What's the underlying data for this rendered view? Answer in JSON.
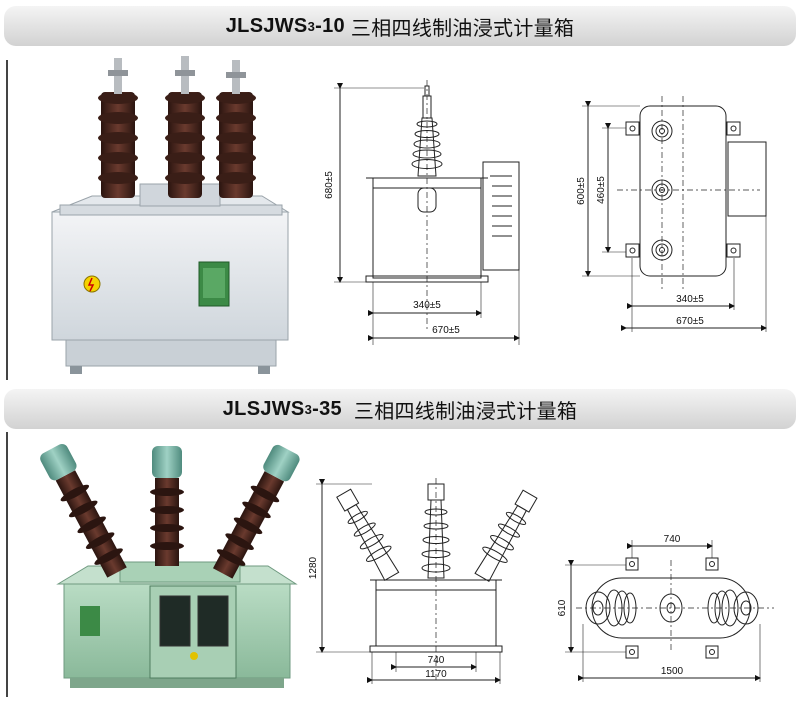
{
  "section_top": {
    "model": "JLSJWS",
    "model_sub": "3",
    "model_suffix": "-10",
    "description": "三相四线制油浸式计量箱",
    "front_view": {
      "height": "680±5",
      "inner_width": "340±5",
      "outer_width": "670±5"
    },
    "top_view": {
      "height_outer": "600±5",
      "height_inner": "460±5",
      "inner_width": "340±5",
      "outer_width": "670±5"
    }
  },
  "section_bottom": {
    "model": "JLSJWS",
    "model_sub": "3",
    "model_suffix": "-35",
    "description": "三相四线制油浸式计量箱",
    "front_view": {
      "height": "1280",
      "inner_width": "740",
      "outer_width": "1170"
    },
    "top_view": {
      "top_width": "740",
      "height": "610",
      "outer_width": "1500"
    }
  },
  "colors": {
    "banner": "#d9d9d9",
    "porcelain": "#4a2a22",
    "tank_top": "#e9ecef",
    "tank_bottom": "#98c6a8",
    "nameplate": "#3c8a46"
  }
}
